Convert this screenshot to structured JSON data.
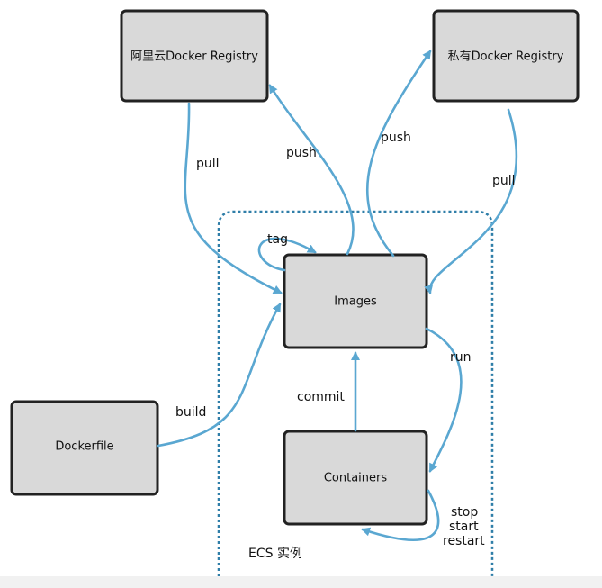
{
  "nodes": {
    "aliyun_registry": "阿里云Docker Registry",
    "private_registry": "私有Docker Registry",
    "images": "Images",
    "containers": "Containers",
    "dockerfile": "Dockerfile"
  },
  "edges": {
    "pull_left": "pull",
    "push_left": "push",
    "push_right": "push",
    "pull_right": "pull",
    "tag": "tag",
    "run": "run",
    "commit": "commit",
    "build": "build",
    "lifecycle": [
      "stop",
      "start",
      "restart"
    ]
  },
  "ecs_label": "ECS 实例",
  "colors": {
    "arrow": "#5aa7d1",
    "box_fill": "#d9d9d9",
    "box_stroke": "#222222",
    "boundary": "#2f7ea8"
  }
}
